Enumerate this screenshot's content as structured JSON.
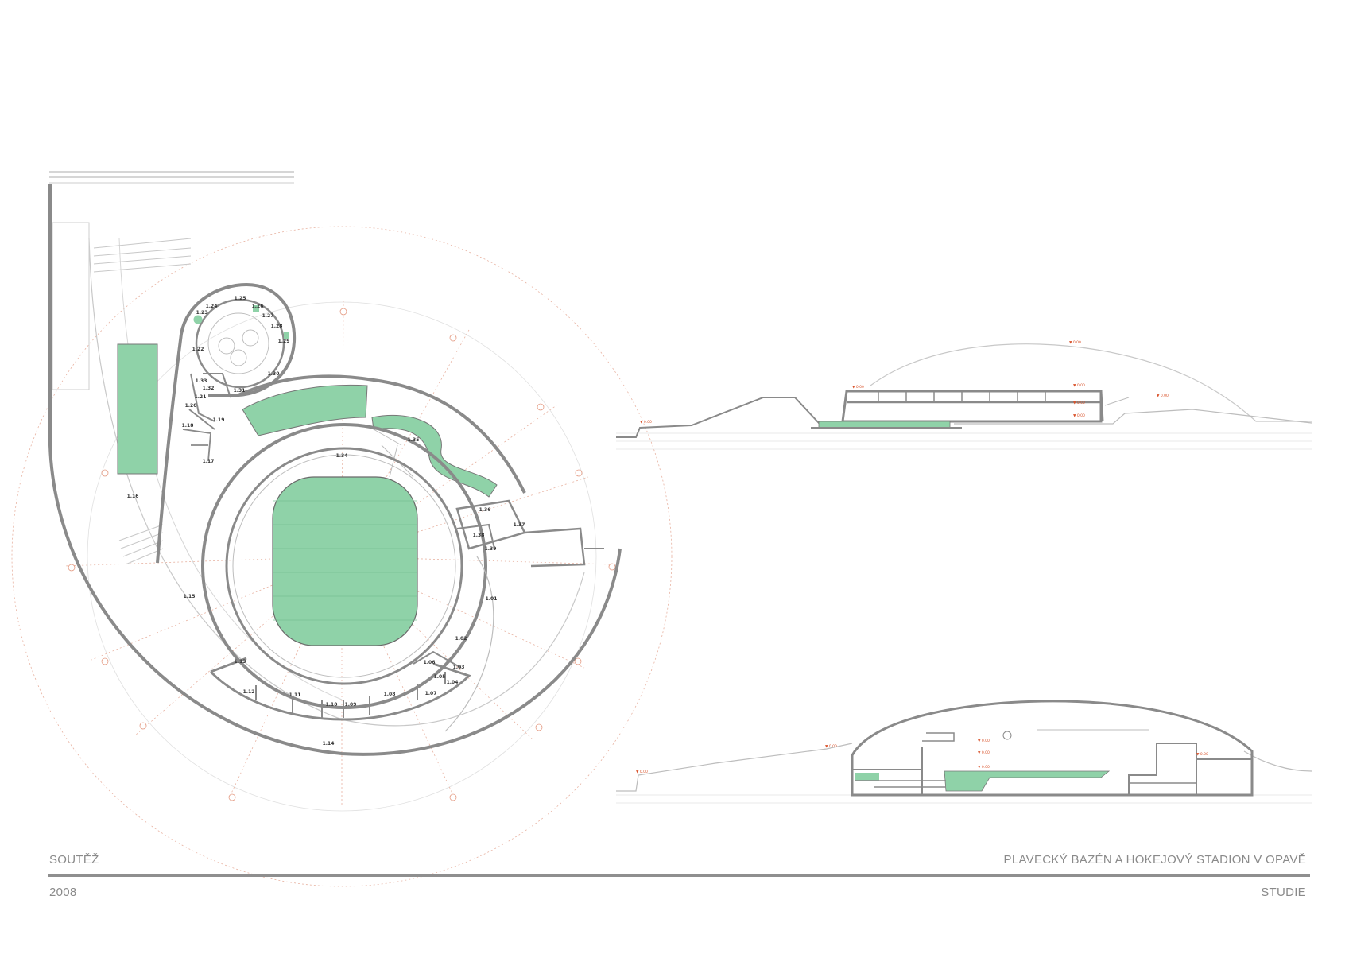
{
  "footer": {
    "competition": "SOUTĚŽ",
    "year": "2008",
    "project_title": "PLAVECKÝ BAZÉN  A  HOKEJOVÝ STADION V  OPAVĚ",
    "phase": "STUDIE"
  },
  "colors": {
    "wall": "#8a8a8a",
    "green": "#8fd2a8",
    "grid_red": "#e49a82",
    "level_red": "#d9532b",
    "hatch": "#c9c9c9"
  },
  "plan": {
    "rooms": [
      {
        "id": "r101",
        "label": "1.01"
      },
      {
        "id": "r102",
        "label": "1.02"
      },
      {
        "id": "r103",
        "label": "1.03"
      },
      {
        "id": "r104",
        "label": "1.04"
      },
      {
        "id": "r105",
        "label": "1.05"
      },
      {
        "id": "r106",
        "label": "1.06"
      },
      {
        "id": "r107",
        "label": "1.07"
      },
      {
        "id": "r108",
        "label": "1.08"
      },
      {
        "id": "r109",
        "label": "1.09"
      },
      {
        "id": "r110",
        "label": "1.10"
      },
      {
        "id": "r111",
        "label": "1.11"
      },
      {
        "id": "r112",
        "label": "1.12"
      },
      {
        "id": "r113",
        "label": "1.13"
      },
      {
        "id": "r114",
        "label": "1.14"
      },
      {
        "id": "r115",
        "label": "1.15"
      },
      {
        "id": "r116",
        "label": "1.16"
      },
      {
        "id": "r117",
        "label": "1.17"
      },
      {
        "id": "r118",
        "label": "1.18"
      },
      {
        "id": "r119",
        "label": "1.19"
      },
      {
        "id": "r120",
        "label": "1.20"
      },
      {
        "id": "r121",
        "label": "1.21"
      },
      {
        "id": "r122",
        "label": "1.22"
      },
      {
        "id": "r123",
        "label": "1.23"
      },
      {
        "id": "r124",
        "label": "1.24"
      },
      {
        "id": "r125",
        "label": "1.25"
      },
      {
        "id": "r126",
        "label": "1.26"
      },
      {
        "id": "r127",
        "label": "1.27"
      },
      {
        "id": "r128",
        "label": "1.28"
      },
      {
        "id": "r129",
        "label": "1.29"
      },
      {
        "id": "r130",
        "label": "1.30"
      },
      {
        "id": "r131",
        "label": "1.31"
      },
      {
        "id": "r132",
        "label": "1.32"
      },
      {
        "id": "r133",
        "label": "1.33"
      },
      {
        "id": "r134",
        "label": "1.34"
      },
      {
        "id": "r135",
        "label": "1.35"
      },
      {
        "id": "r136",
        "label": "1.36"
      },
      {
        "id": "r137",
        "label": "1.37"
      },
      {
        "id": "r138",
        "label": "1.38"
      },
      {
        "id": "r139",
        "label": "1.39"
      }
    ]
  }
}
